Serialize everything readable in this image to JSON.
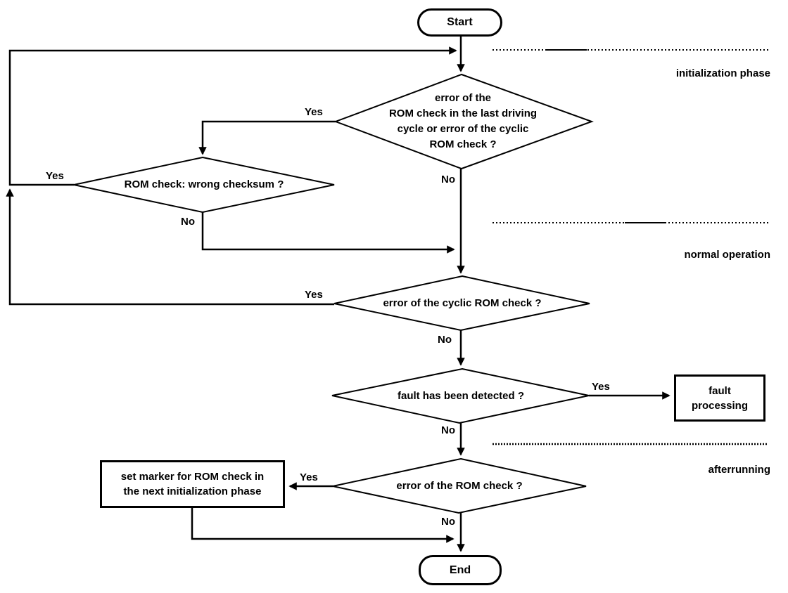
{
  "diagram": {
    "nodes": {
      "start": "Start",
      "end": "End",
      "decision_init_rom": "error of the\nROM check in the last driving\ncycle or error of the cyclic\nROM check ?",
      "decision_checksum": "ROM check: wrong checksum ?",
      "decision_cyclic": "error of the cyclic ROM check ?",
      "decision_fault": "fault has been detected ?",
      "decision_rom": "error of the ROM check ?",
      "process_fault": "fault\nprocessing",
      "process_marker": "set marker for ROM check in\nthe next initialization phase"
    },
    "edge_labels": {
      "yes": "Yes",
      "no": "No"
    },
    "phases": {
      "initialization": "initialization phase",
      "normal": "normal operation",
      "afterrunning": "afterrunning"
    },
    "colors": {
      "line": "#000000",
      "background": "#ffffff"
    }
  }
}
